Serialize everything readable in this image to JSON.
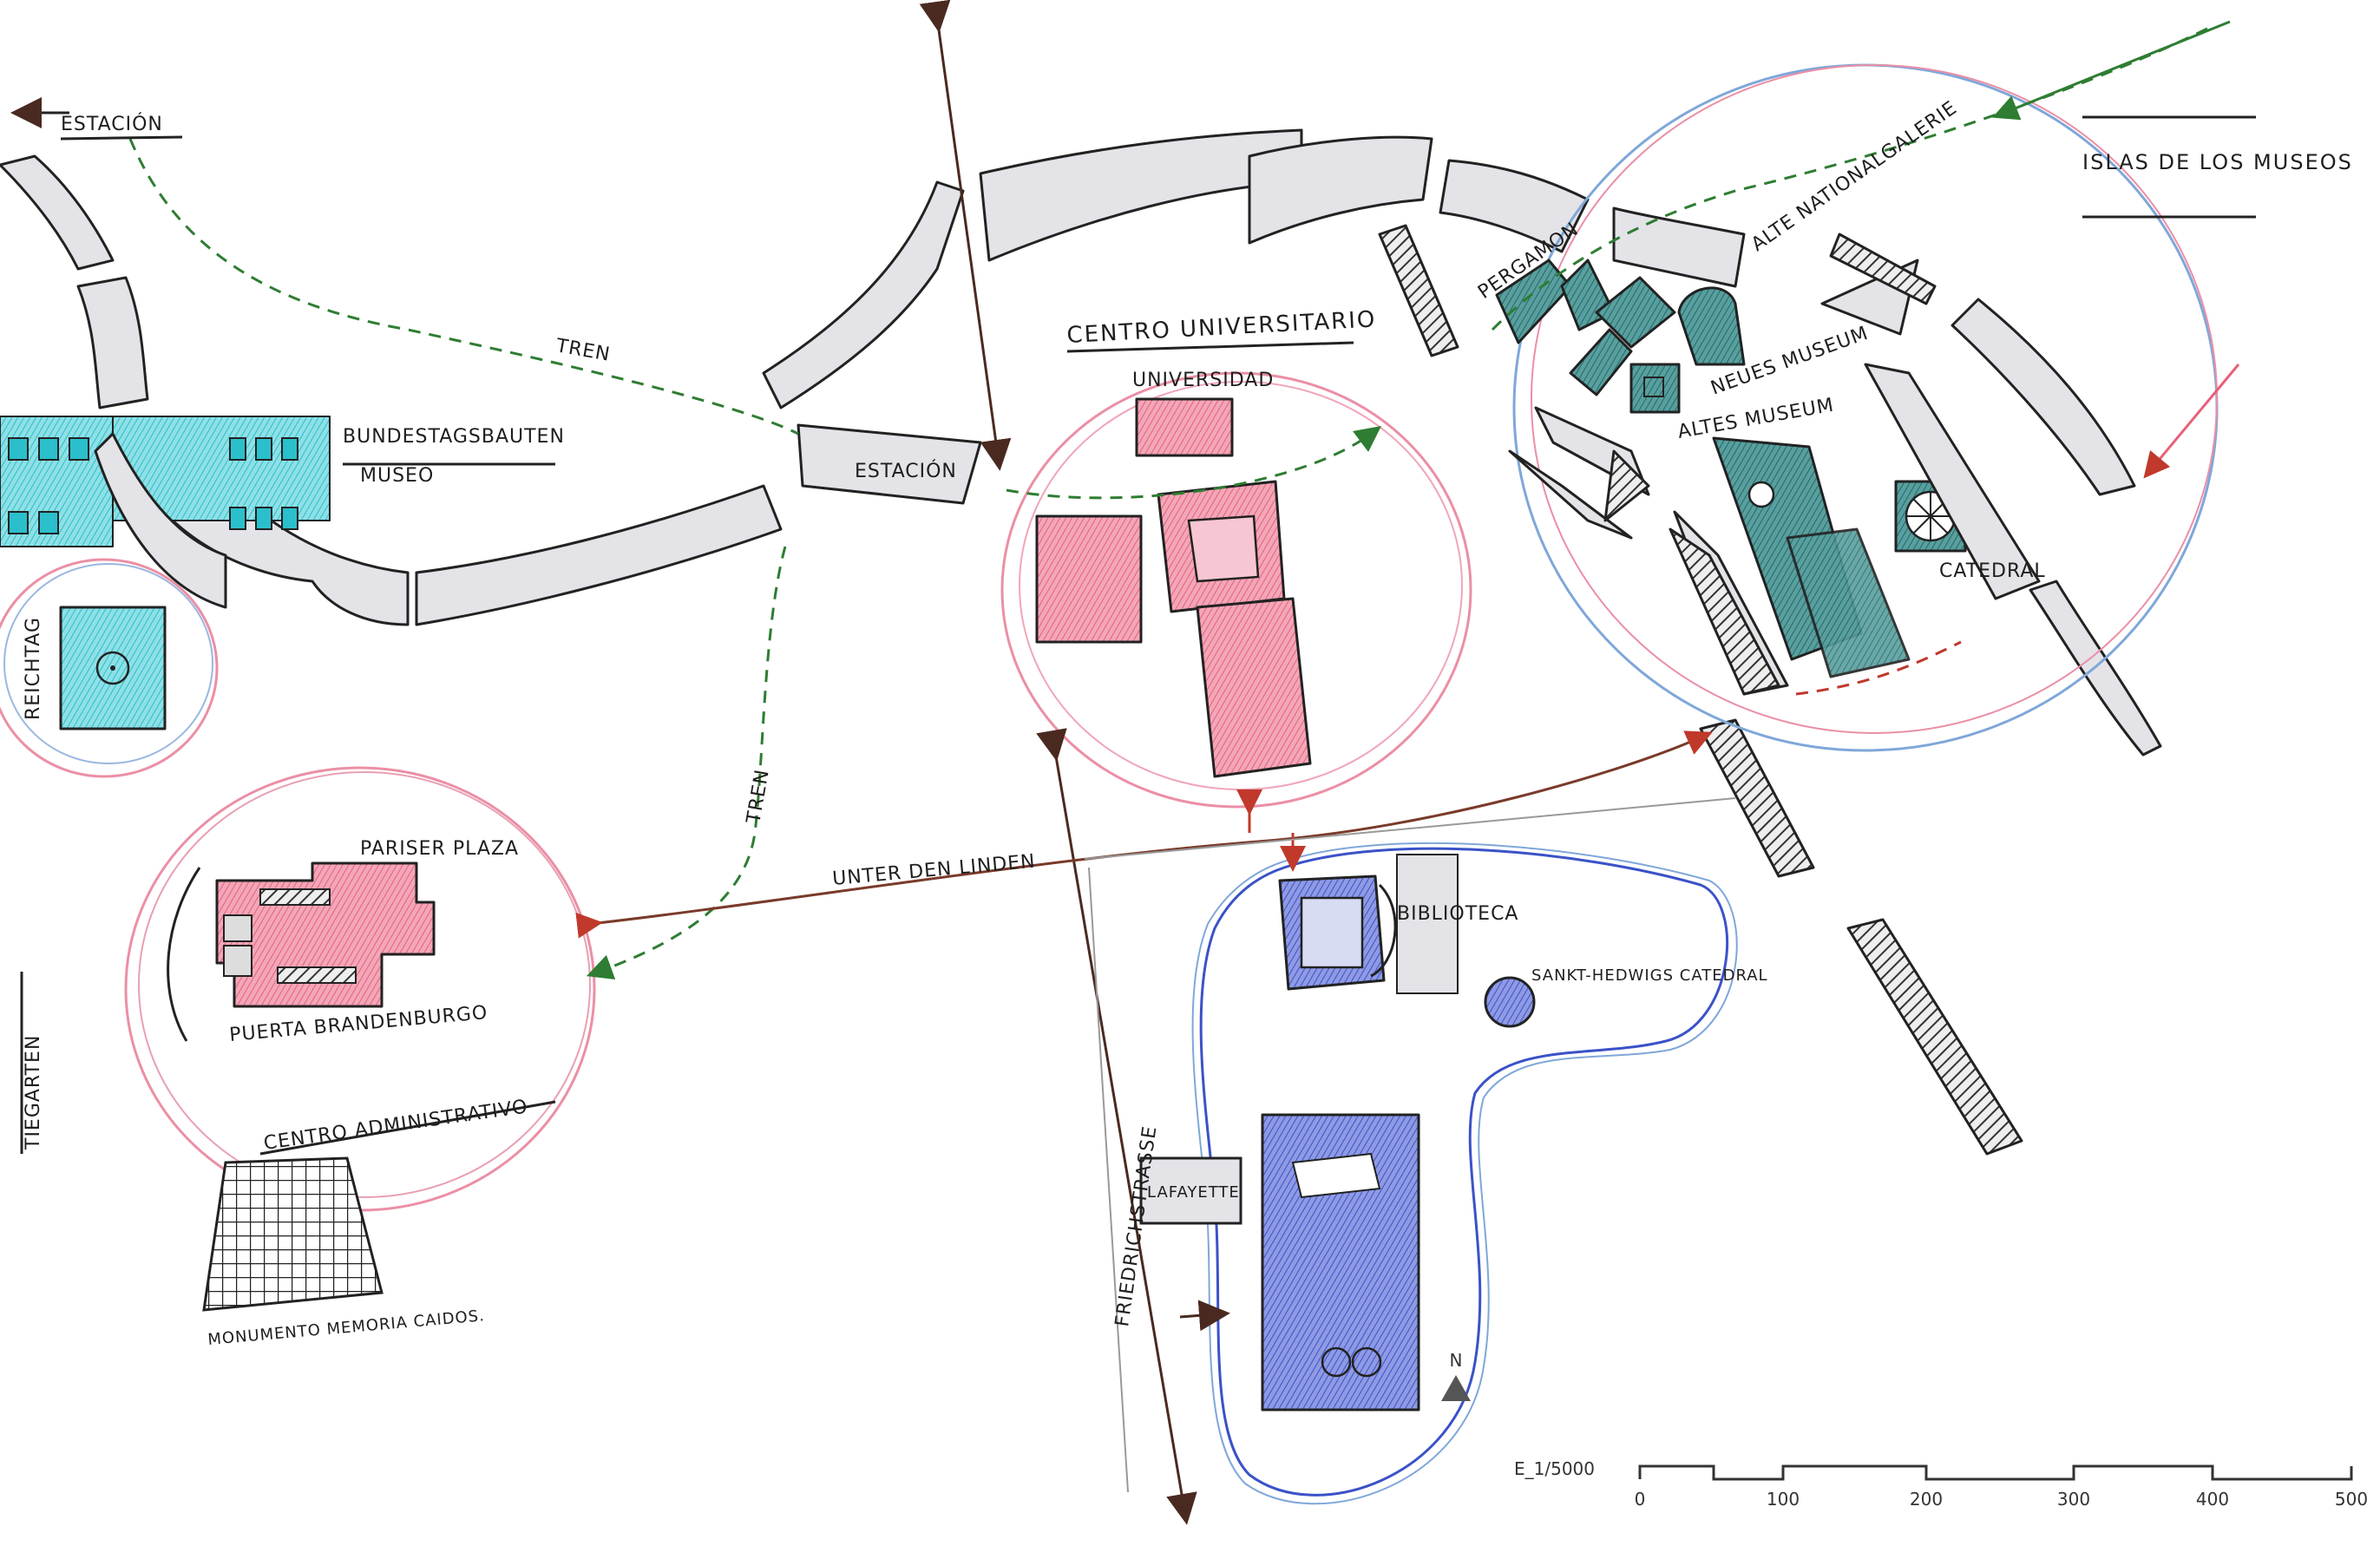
{
  "labels": {
    "estacion_top": "ESTACIÓN",
    "tren_1": "TREN",
    "tren_2": "TREN",
    "estacion_mid": "ESTACIÓN",
    "bundestag": "BUNDESTAGSBAUTEN",
    "museo": "MUSEO",
    "reichstag": "REICHTAG",
    "centro_universitario": "CENTRO UNIVERSITARIO",
    "universidad": "UNIVERSIDAD",
    "pergamon": "PERGAMON",
    "alte_nationalgalerie": "ALTE NATIONALGALERIE",
    "neues_museum": "NEUES MUSEUM",
    "altes_museum": "ALTES MUSEUM",
    "islas_de_los_museos": "ISLAS DE LOS MUSEOS",
    "catedral": "CATEDRAL",
    "unter_den_linden": "UNTER DEN LINDEN",
    "pariser_platz": "PARISER PLAZA",
    "puerta_brandenburgo": "PUERTA BRANDENBURGO",
    "tiergarten": "TIEGARTEN",
    "centro_administrativo": "CENTRO ADMINISTRATIVO",
    "monumento": "MONUMENTO MEMORIA CAIDOS.",
    "biblioteca": "BIBLIOTECA",
    "sankt_hedwigs": "SANKT-HEDWIGS CATEDRAL",
    "friedrichstrasse": "FRIEDRICHSTRASSE",
    "lafayette": "LAFAYETTE"
  },
  "north": {
    "label": "N",
    "icon": "north-arrow-icon"
  },
  "scale": {
    "title": "E_1/5000",
    "ticks": [
      "0",
      "100",
      "200",
      "300",
      "400",
      "500"
    ]
  },
  "colors": {
    "ink": "#222222",
    "road": "#e3e3e8",
    "pink": "#e8607a",
    "cyan": "#2bbfcc",
    "teal": "#1f7a7a",
    "blue": "#3a52c8",
    "green_dash": "#2e7d32",
    "arrow_red": "#c0392b",
    "circle_blue": "#7fa7d9",
    "circle_pink": "#eb8fa5"
  }
}
